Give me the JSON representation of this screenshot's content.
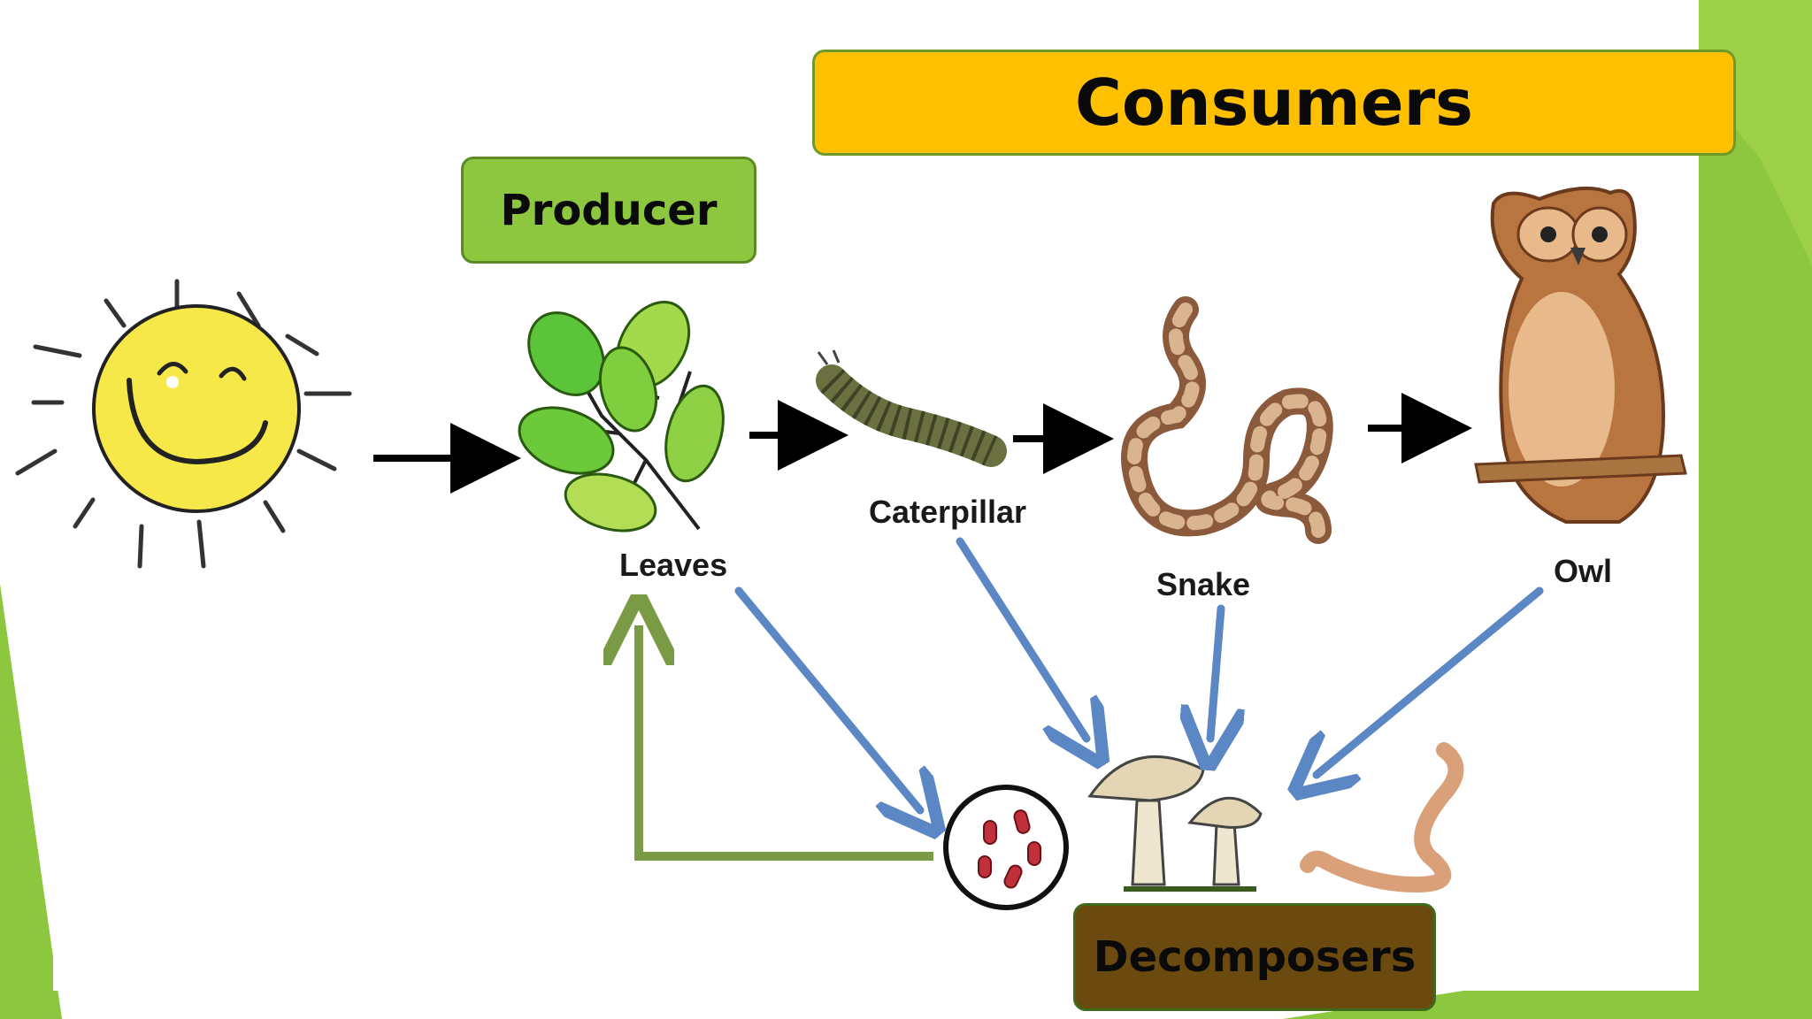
{
  "labels": {
    "producer": "Producer",
    "consumers": "Consumers",
    "decomposers": "Decomposers",
    "leaves": "Leaves",
    "caterpillar": "Caterpillar",
    "snake": "Snake",
    "owl": "Owl"
  },
  "colors": {
    "consumers_box": "#ffc000",
    "producer_box": "#8dc63f",
    "decomposers_box": "#6b4a0f",
    "decay_arrows": "#5b87c5",
    "recycle_arrow": "#7a9a45",
    "food_chain_arrows": "#000000",
    "background_green": "#8dc63f"
  }
}
